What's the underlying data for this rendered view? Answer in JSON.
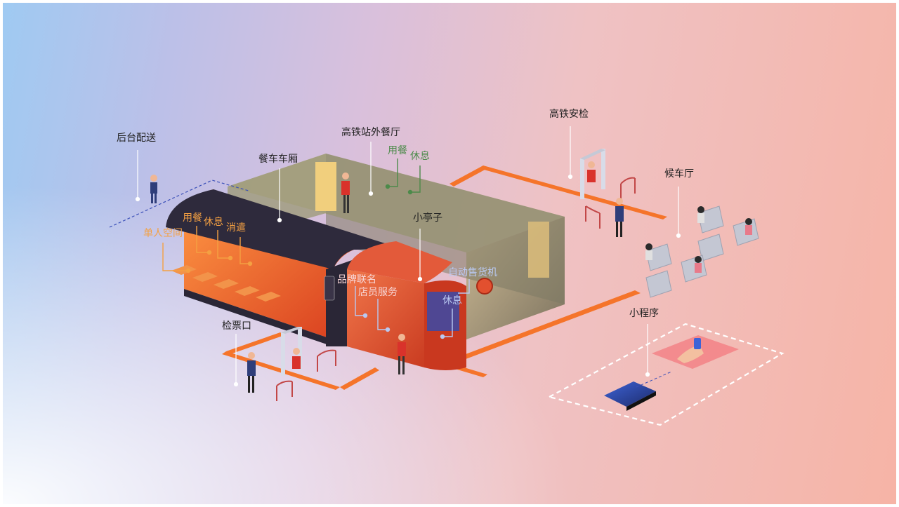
{
  "labels": {
    "backend_delivery": "后台配送",
    "dining_car": "餐车车厢",
    "station_restaurant": "高铁站外餐厅",
    "dine": "用餐",
    "rest": "休息",
    "security": "高铁安检",
    "waiting_hall": "候车厅",
    "kiosk": "小亭子",
    "single_space": "单人空间",
    "car_dine": "用餐",
    "car_rest": "休息",
    "car_leisure": "消遣",
    "brand_link": "品牌联名",
    "staff_service": "店员服务",
    "vending": "自动售货机",
    "kiosk_rest": "休息",
    "ticket_gate": "检票口",
    "mini_program": "小程序"
  },
  "colors": {
    "accent_orange": "#f5742a",
    "train_dark": "#2e2a3c",
    "kiosk_red": "#e2502f",
    "label_orange": "#f4a042",
    "label_green": "#4c8a4a"
  }
}
